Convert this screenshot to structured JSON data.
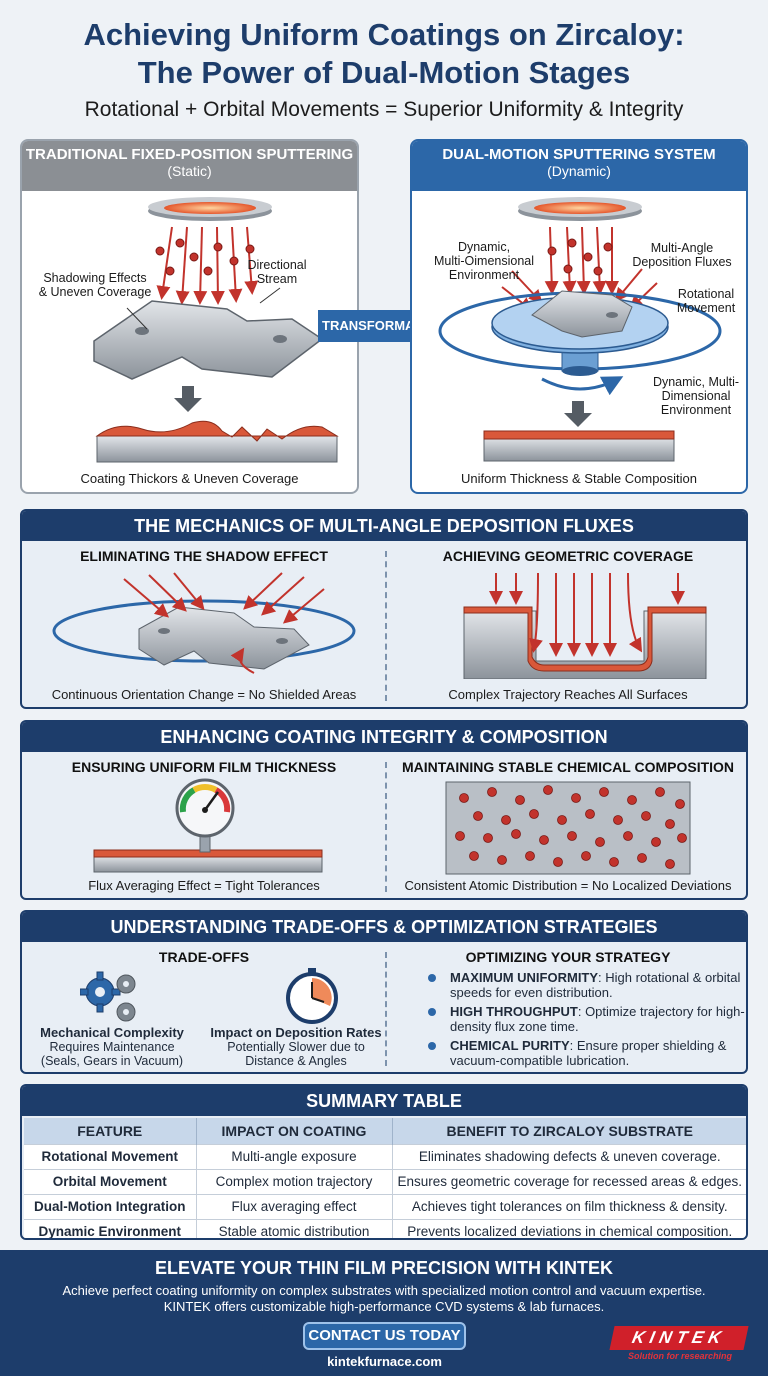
{
  "header": {
    "title_line1": "Achieving Uniform Coatings on Zircaloy:",
    "title_line2": "The Power of Dual-Motion Stages",
    "subtitle": "Rotational + Orbital Movements = Superior Uniformity & Integrity"
  },
  "traditional": {
    "heading": "TRADITIONAL FIXED-POSITION SPUTTERING",
    "subheading": "(Static)",
    "label_shadowing_1": "Shadowing Effects",
    "label_shadowing_2": "& Uneven Coverage",
    "label_stream_1": "Directional",
    "label_stream_2": "Stream",
    "caption": "Coating Thickors & Uneven Coverage"
  },
  "transformation_label": "TRANSFORMATION",
  "dual": {
    "heading": "DUAL-MOTION SPUTTERING SYSTEM",
    "subheading": "(Dynamic)",
    "label_env_a_1": "Dynamic,",
    "label_env_a_2": "Multi-Oimensional",
    "label_env_a_3": "Environment",
    "label_flux_1": "Multi-Angle",
    "label_flux_2": "Deposition Fluxes",
    "label_rot_1": "Rotational",
    "label_rot_2": "Movement",
    "label_env_b_1": "Dynamic, Multi-",
    "label_env_b_2": "Dimensional",
    "label_env_b_3": "Environment",
    "caption": "Uniform Thickness & Stable Composition"
  },
  "mechanics": {
    "heading": "THE MECHANICS OF MULTI-ANGLE DEPOSITION FLUXES",
    "left_title": "ELIMINATING THE SHADOW EFFECT",
    "left_caption": "Continuous Orientation Change = No Shielded Areas",
    "right_title": "ACHIEVING GEOMETRIC COVERAGE",
    "right_caption": "Complex Trajectory Reaches All Surfaces"
  },
  "integrity": {
    "heading": "ENHANCING COATING INTEGRITY & COMPOSITION",
    "left_title": "ENSURING UNIFORM FILM THICKNESS",
    "left_caption": "Flux Averaging Effect = Tight Tolerances",
    "right_title": "MAINTAINING STABLE CHEMICAL COMPOSITION",
    "right_caption": "Consistent Atomic Distribution = No Localized Deviations"
  },
  "tradeoffs": {
    "heading": "UNDERSTANDING TRADE-OFFS & OPTIMIZATION STRATEGIES",
    "left_title": "TRADE-OFFS",
    "item1_title": "Mechanical Complexity",
    "item1_line1": "Requires Maintenance",
    "item1_line2": "(Seals, Gears in Vacuum)",
    "item2_title": "Impact on Deposition Rates",
    "item2_line1": "Potentially Slower due to",
    "item2_line2": "Distance & Angles",
    "right_title": "OPTIMIZING YOUR STRATEGY",
    "bullets": [
      {
        "bold": "MAXIMUM UNIFORMITY",
        "text": ": High rotational & orbital speeds for even distribution."
      },
      {
        "bold": "HIGH THROUGHPUT",
        "text": ": Optimize trajectory for high-density flux zone time."
      },
      {
        "bold": "CHEMICAL PURITY",
        "text": ": Ensure proper shielding & vacuum-compatible lubrication."
      }
    ]
  },
  "summary": {
    "heading": "SUMMARY TABLE",
    "columns": [
      "FEATURE",
      "IMPACT ON COATING",
      "BENEFIT TO ZIRCALOY SUBSTRATE"
    ],
    "rows": [
      [
        "Rotational Movement",
        "Multi-angle exposure",
        "Eliminates shadowing defects & uneven coverage."
      ],
      [
        "Orbital Movement",
        "Complex motion trajectory",
        "Ensures geometric coverage for recessed areas & edges."
      ],
      [
        "Dual-Motion Integration",
        "Flux averaging effect",
        "Achieves tight tolerances on film thickness & density."
      ],
      [
        "Dynamic Environment",
        "Stable atomic distribution",
        "Prevents localized deviations in chemical composition."
      ]
    ]
  },
  "footer": {
    "title": "ELEVATE YOUR THIN FILM PRECISION WITH KINTEK",
    "line1": "Achieve perfect coating uniformity on complex substrates with specialized motion control and vacuum expertise.",
    "line2": "KINTEK offers customizable high-performance CVD systems & lab furnaces.",
    "cta": "CONTACT US TODAY",
    "url": "kintekfurnace.com",
    "logo_text": "KINTEK",
    "logo_tagline": "Solution for researching"
  },
  "colors": {
    "navy": "#1d3d6b",
    "blue": "#2c67a8",
    "coating_red": "#d9583a",
    "kintek_red": "#d0202a"
  }
}
